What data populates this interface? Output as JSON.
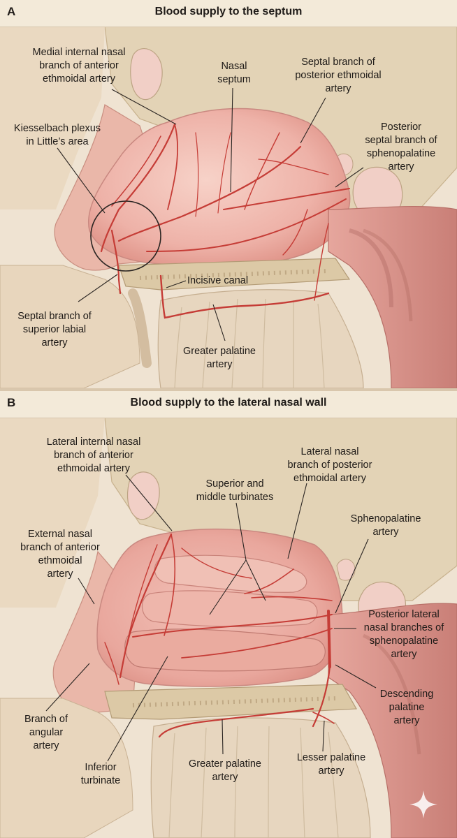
{
  "panel_a": {
    "letter": "A",
    "title": "Blood supply to the septum",
    "labels": {
      "medial_internal_nasal": "Medial internal nasal\nbranch of anterior\nethmoidal artery",
      "nasal_septum": "Nasal\nseptum",
      "septal_branch_posterior_ethmoidal": "Septal branch of\nposterior ethmoidal\nartery",
      "kiesselbach": "Kiesselbach plexus\nin Little’s area",
      "posterior_septal_sphenopalatine": "Posterior\nseptal branch of\nsphenopalatine\nartery",
      "incisive_canal": "Incisive canal",
      "septal_branch_superior_labial": "Septal branch of\nsuperior labial\nartery",
      "greater_palatine": "Greater palatine\nartery"
    }
  },
  "panel_b": {
    "letter": "B",
    "title": "Blood supply to the lateral nasal wall",
    "labels": {
      "lateral_internal_nasal": "Lateral internal nasal\nbranch of anterior\nethmoidal artery",
      "lateral_nasal_posterior_ethmoidal": "Lateral nasal\nbranch of posterior\nethmoidal artery",
      "superior_middle_turbinates": "Superior and\nmiddle turbinates",
      "sphenopalatine": "Sphenopalatine\nartery",
      "external_nasal": "External nasal\nbranch of anterior\nethmoidal\nartery",
      "posterior_lateral_nasal": "Posterior lateral\nnasal branches of\nsphenopalatine\nartery",
      "descending_palatine": "Descending\npalatine\nartery",
      "branch_angular": "Branch of\nangular\nartery",
      "inferior_turbinate": "Inferior\nturbinate",
      "greater_palatine": "Greater palatine\nartery",
      "lesser_palatine": "Lesser palatine\nartery"
    }
  },
  "colors": {
    "background": "#efe3d2",
    "tissue": "#e9aaa2",
    "bone": "#d8c7a6",
    "artery": "#c53c36",
    "leader": "#2a2522"
  }
}
